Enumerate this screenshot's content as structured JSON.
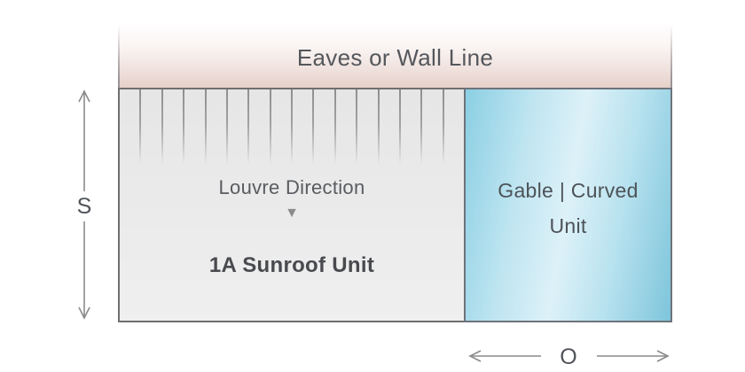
{
  "diagram": {
    "eaves_label": "Eaves or Wall Line",
    "sunroof_unit": {
      "direction_label": "Louvre Direction",
      "direction_arrow_icon": "▼",
      "unit_label": "1A Sunroof Unit",
      "louvre_count": 15
    },
    "gable_unit": {
      "label_line1": "Gable | Curved",
      "label_line2": "Unit"
    },
    "dimensions": {
      "side_label": "S",
      "overhang_label": "O"
    },
    "colors": {
      "eaves_band_bottom": "#e6d0c9",
      "sunroof_fill_top": "#e6e6e6",
      "sunroof_fill_bottom": "#efefef",
      "gable_blue_edge": "#8bcfe3",
      "gable_blue_light": "#ddf1f8",
      "gable_blue_edge_right": "#7ec5db",
      "border_gray": "#6f6f6f",
      "text_gray": "#54575c",
      "dimension_gray": "#8a8a8a",
      "louvre_gray": "#8f8f8f"
    }
  }
}
